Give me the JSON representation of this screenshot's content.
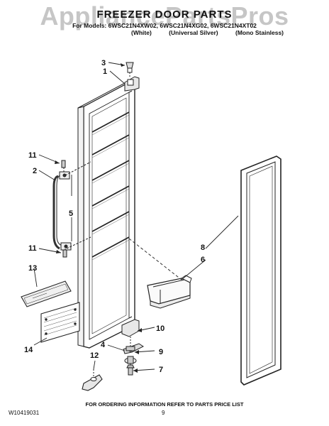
{
  "watermark": "AppliancePartsPros",
  "title": "FREEZER DOOR PARTS",
  "models_line": "For Models: 6WSC21N4XW02, 6WSC21N4XG02, 6WSC21N4XT02",
  "variants": [
    "(White)",
    "(Universal Silver)",
    "(Mono Stainless)"
  ],
  "callouts": {
    "c1": "1",
    "c2": "2",
    "c3": "3",
    "c4": "4",
    "c5": "5",
    "c6": "6",
    "c7": "7",
    "c8": "8",
    "c9": "9",
    "c10": "10",
    "c11a": "11",
    "c11b": "11",
    "c12": "12",
    "c13": "13",
    "c14": "14"
  },
  "footer_note": "FOR ORDERING INFORMATION REFER TO PARTS PRICE LIST",
  "doc_number": "W10419031",
  "page_number": "9"
}
